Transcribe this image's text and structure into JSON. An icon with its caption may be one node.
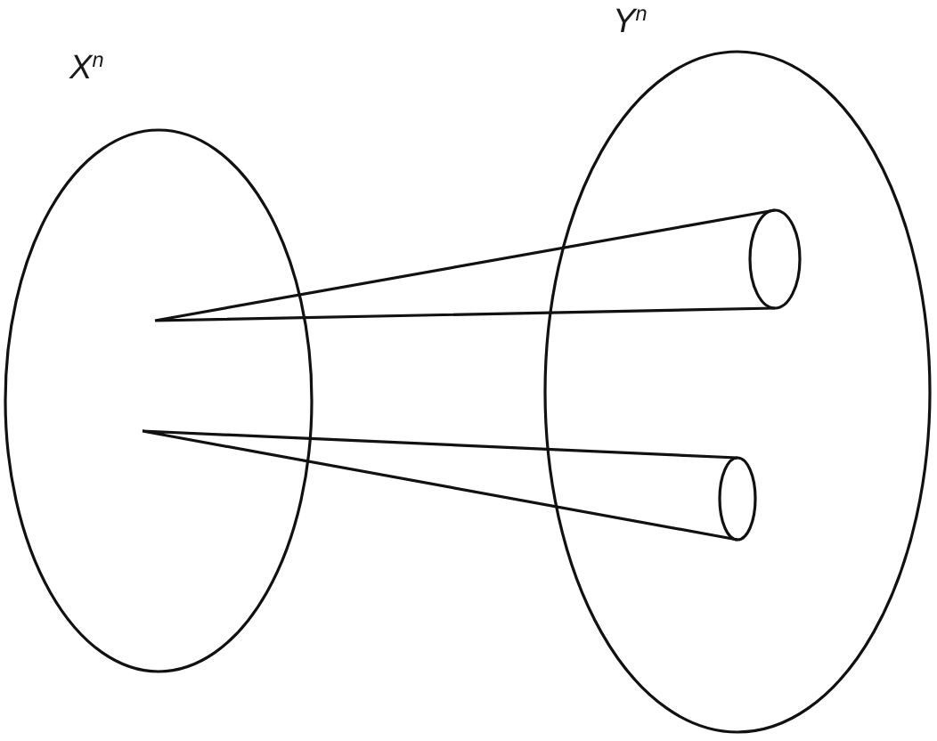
{
  "diagram": {
    "nodes": [
      {
        "text": [
          "X$^{n}$"
        ]
      },
      {
        "text": [
          "Y$^{n}$"
        ]
      },
      {
        "text": [],
        "shape": "cone"
      },
      {
        "text": [],
        "shape": "cone"
      }
    ]
  }
}
